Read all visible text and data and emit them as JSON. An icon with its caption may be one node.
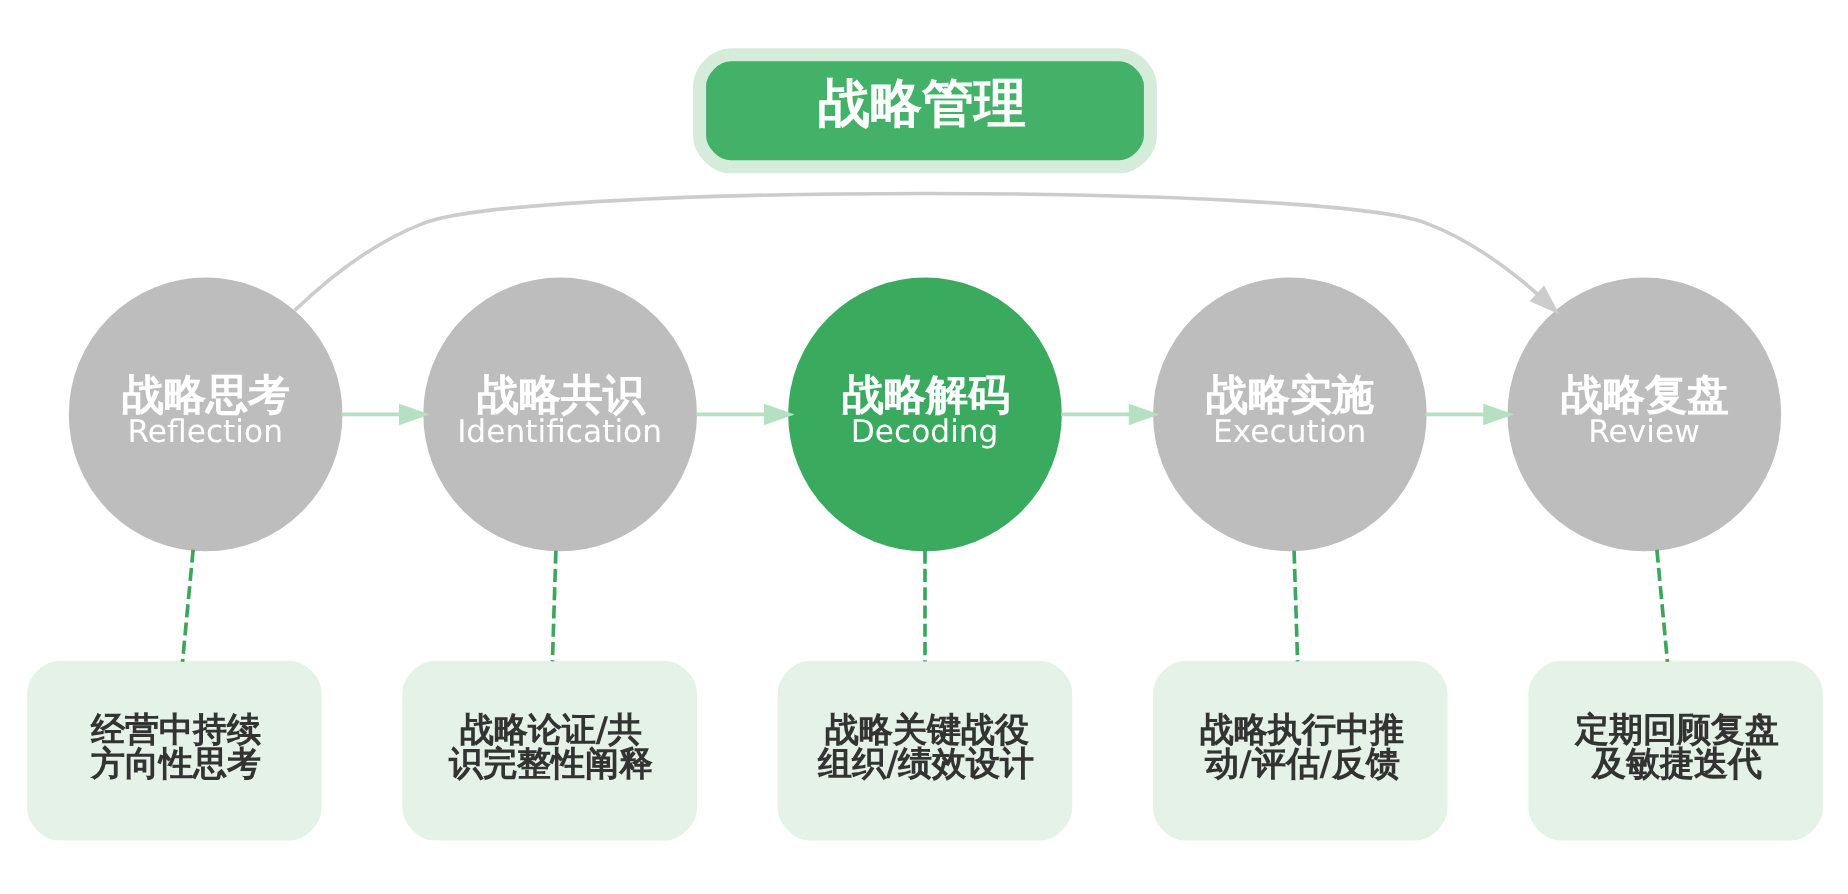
{
  "diagram": {
    "nodes": [
      {
        "text": [
          "战略管理"
        ]
      },
      {
        "text": [
          "战略思考",
          "Reflection"
        ]
      },
      {
        "text": [
          "战略共识",
          "Identification"
        ]
      },
      {
        "text": [
          "战略解码",
          "Decoding"
        ]
      },
      {
        "text": [
          "战略实施",
          "Execution"
        ]
      },
      {
        "text": [
          "战略复盘",
          "Review"
        ]
      },
      {
        "text": [
          "经营中持续方向性思考"
        ]
      },
      {
        "text": [
          "战略论证/共识完整性阐释"
        ]
      },
      {
        "text": [
          "战略关键战役组织/绩效设计"
        ]
      },
      {
        "text": [
          "战略执行中推动/评估/反馈"
        ]
      },
      {
        "text": [
          "定期回顾复盘及敏捷迭代"
        ]
      }
    ],
    "edges": [
      {
        "from": 1,
        "to": 2,
        "arrow": "to",
        "color": "#b5e0c2"
      },
      {
        "from": 2,
        "to": 3,
        "arrow": "to",
        "color": "#b5e0c2"
      },
      {
        "from": 3,
        "to": 4,
        "arrow": "to",
        "color": "#b5e0c2"
      },
      {
        "from": 4,
        "to": 5,
        "arrow": "to",
        "color": "#b5e0c2"
      },
      {
        "from": 1,
        "to": 6,
        "arrow": "none",
        "style": "dashed",
        "color": "#3aa85c"
      },
      {
        "from": 2,
        "to": 7,
        "arrow": "none",
        "style": "dashed",
        "color": "#3aa85c"
      },
      {
        "from": 3,
        "to": 8,
        "arrow": "none",
        "style": "dashed",
        "color": "#3aa85c"
      },
      {
        "from": 4,
        "to": 9,
        "arrow": "none",
        "style": "dashed",
        "color": "#3aa85c"
      },
      {
        "from": 5,
        "to": 10,
        "arrow": "none",
        "style": "dashed",
        "color": "#3aa85c"
      },
      {
        "from": 1,
        "to": 5,
        "arrow": "to",
        "color": "#cccccc"
      }
    ]
  }
}
